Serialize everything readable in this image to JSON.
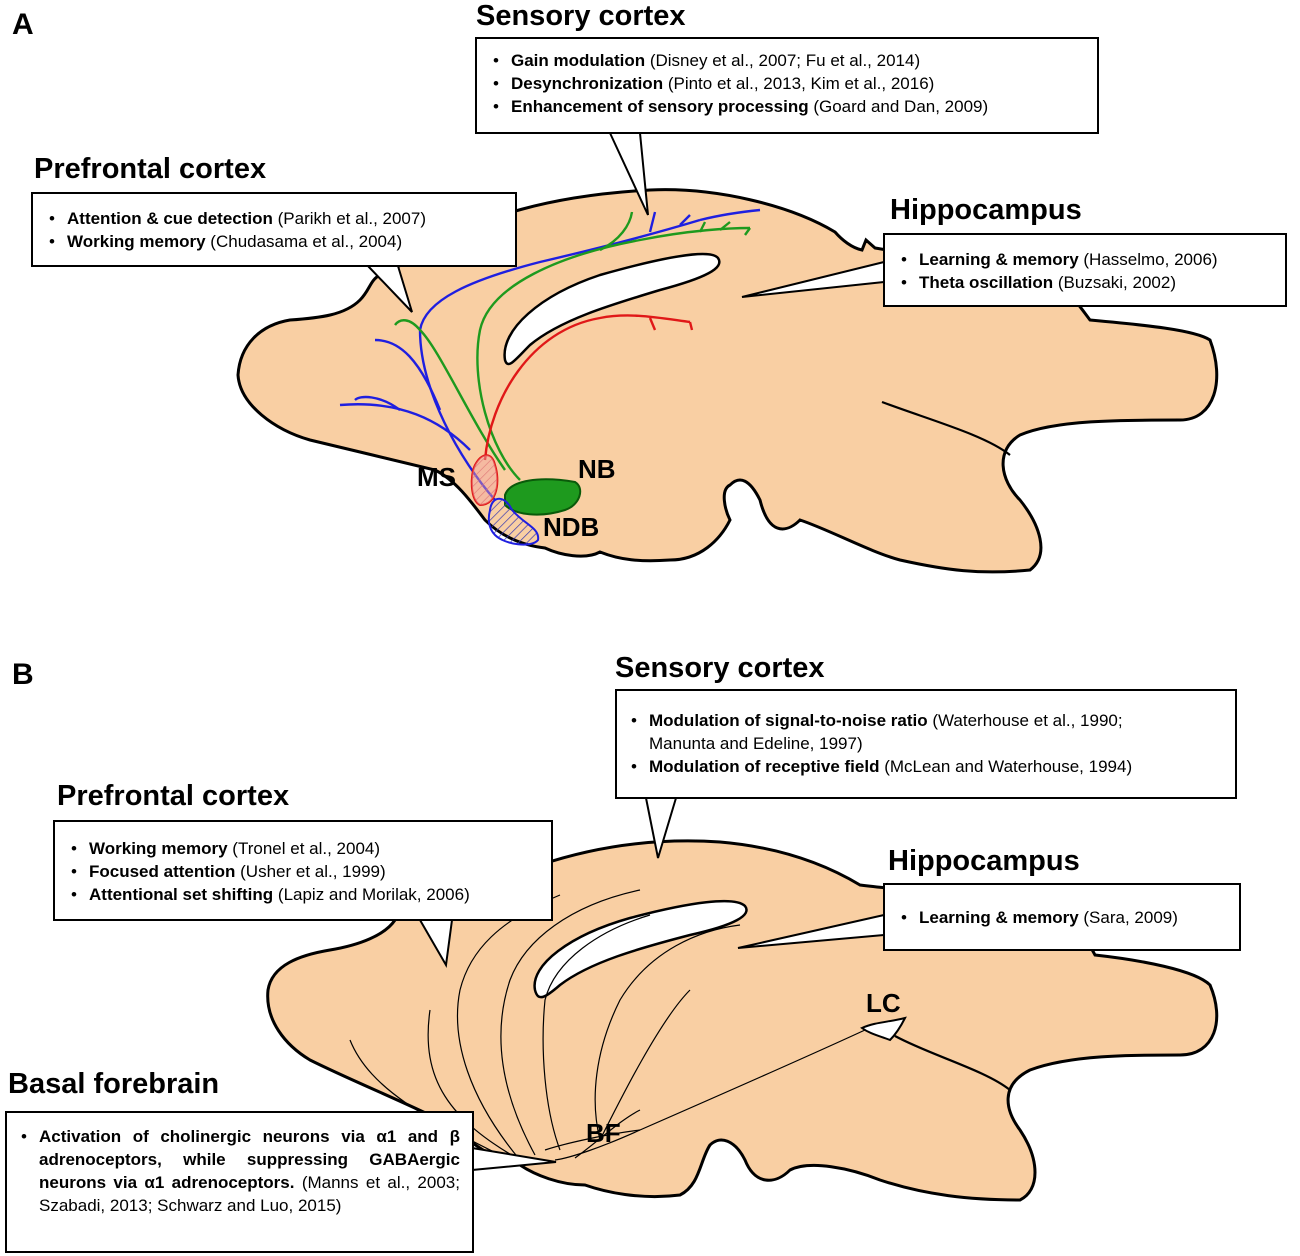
{
  "panels": [
    {
      "letter": "A",
      "regions": {
        "ms": "MS",
        "nb": "NB",
        "ndb": "NDB"
      },
      "callouts": {
        "sensory": {
          "heading": "Sensory cortex",
          "items": [
            {
              "bold": "Gain modulation",
              "ref": "(Disney et al., 2007; Fu et al., 2014)"
            },
            {
              "bold": "Desynchronization",
              "ref": "(Pinto et al., 2013, Kim et al., 2016)"
            },
            {
              "bold": "Enhancement of sensory processing",
              "ref": "(Goard and Dan, 2009)"
            }
          ]
        },
        "prefrontal": {
          "heading": "Prefrontal cortex",
          "items": [
            {
              "bold": "Attention & cue detection",
              "ref": "(Parikh et al., 2007)"
            },
            {
              "bold": "Working memory",
              "ref": "(Chudasama et al., 2004)"
            }
          ]
        },
        "hippocampus": {
          "heading": "Hippocampus",
          "items": [
            {
              "bold": "Learning & memory",
              "ref": "(Hasselmo, 2006)"
            },
            {
              "bold": "Theta oscillation",
              "ref": "(Buzsaki, 2002)"
            }
          ]
        }
      }
    },
    {
      "letter": "B",
      "regions": {
        "lc": "LC",
        "bf": "BF"
      },
      "callouts": {
        "sensory": {
          "heading": "Sensory cortex",
          "items": [
            {
              "bold": "Modulation of signal-to-noise ratio",
              "ref": "(Waterhouse et al., 1990;",
              "ref2": "Manunta and Edeline, 1997)"
            },
            {
              "bold": "Modulation of receptive field",
              "ref": "(McLean and Waterhouse, 1994)"
            }
          ]
        },
        "prefrontal": {
          "heading": "Prefrontal cortex",
          "items": [
            {
              "bold": "Working memory",
              "ref": "(Tronel et al., 2004)"
            },
            {
              "bold": "Focused attention",
              "ref": "(Usher et al., 1999)"
            },
            {
              "bold": "Attentional set shifting",
              "ref": "(Lapiz and Morilak, 2006)"
            }
          ]
        },
        "hippocampus": {
          "heading": "Hippocampus",
          "items": [
            {
              "bold": "Learning & memory",
              "ref": "(Sara, 2009)"
            }
          ]
        },
        "basal": {
          "heading": "Basal forebrain",
          "items": [
            {
              "bold": "Activation of cholinergic neurons via α1 and β adrenoceptors, while suppressing GABAergic neurons via α1 adrenoceptors.",
              "ref": "(Manns et al., 2003; Szabadi, 2013; Schwarz and Luo, 2015)"
            }
          ]
        }
      }
    }
  ],
  "colors": {
    "brain": "#F9CFA3",
    "blue_pathway": "#1F1FE0",
    "green_pathway": "#1E9A1E",
    "red_pathway": "#E01818"
  }
}
